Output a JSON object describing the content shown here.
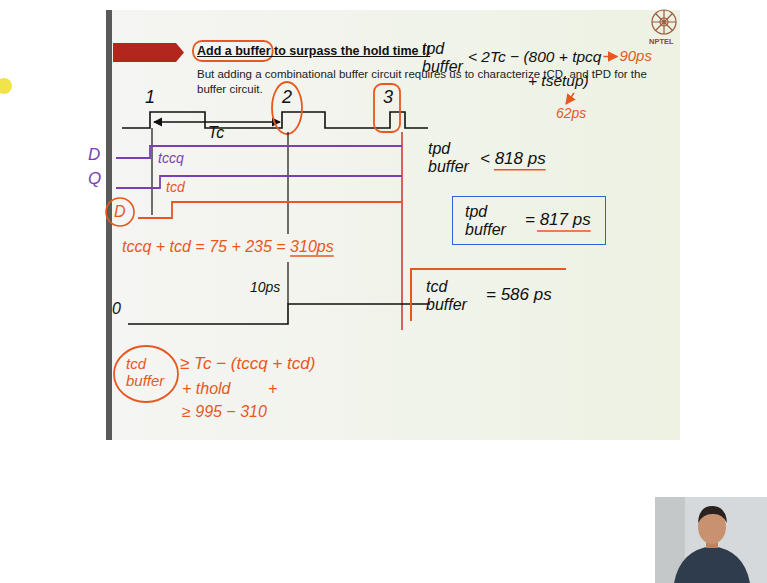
{
  "diagram": {
    "title": "Add a buffer to surpass the hold time !!",
    "nodes": [
      {
        "text": [
          "tpd buffer",
          "= 817 ps"
        ]
      },
      {
        "text": [
          "tcd buffer",
          "= 586 ps"
        ]
      }
    ],
    "labels": [
      "But adding a combinational buffer circuit requires us to characterize tCD, and tPD for the buffer circuit.",
      "NPTEL",
      "1",
      "2",
      "3",
      "Tc",
      "D",
      "Q",
      "D",
      "tccq",
      "tcd",
      "tccq + tcd = 75 + 235 = 310ps",
      "10ps",
      "0",
      "tcd buffer",
      "≥ Tc − (tccq + tcd)",
      "+ thold",
      "+",
      "≥ 995 − 310",
      "tpd buffer",
      "< 2Tc − (800 + tpcq",
      "+ tsetup)",
      "90ps",
      "62ps",
      "tpd buffer",
      "< 818 ps"
    ]
  }
}
